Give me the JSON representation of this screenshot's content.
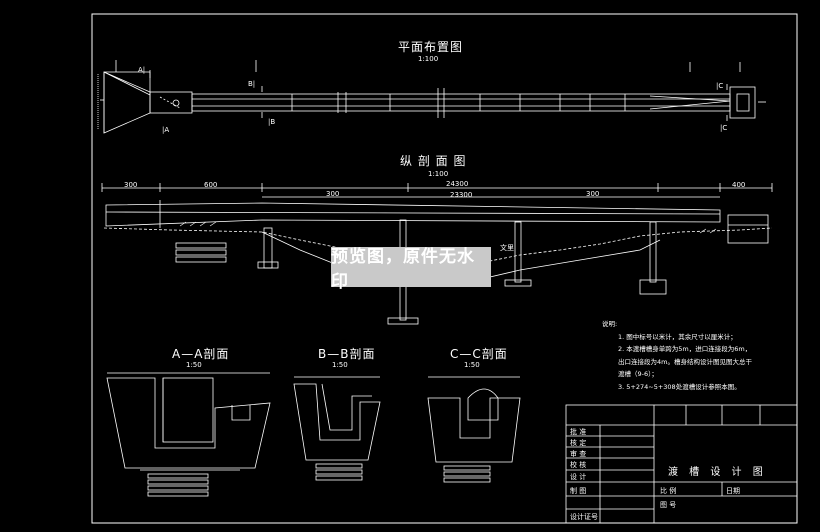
{
  "drawing": {
    "plan_title": "平面布置图",
    "plan_scale": "1:100",
    "profile_title": "纵 剖 面 图",
    "profile_scale": "1:100",
    "section_a_title": "A—A剖面",
    "section_a_scale": "1:50",
    "section_b_title": "B—B剖面",
    "section_b_scale": "1:50",
    "section_c_title": "C—C剖面",
    "section_c_scale": "1:50",
    "marks": {
      "a_top": "A|",
      "a_bottom": "|A",
      "b_top": "B|",
      "b_bottom": "|B",
      "c_top": "|C",
      "c_bottom": "|C"
    },
    "dims": {
      "d300a": "300",
      "d600": "600",
      "d24300": "24300",
      "d23300": "23300",
      "d300b": "300",
      "d300c": "300",
      "d400": "400"
    },
    "water_label": "文里"
  },
  "notes": {
    "heading": "说明:",
    "lines": [
      "1. 图中标号以米计，其余尺寸以厘米计；",
      "2. 本渡槽槽身单跨为5m，进口连接段为6m，",
      "出口连接段为4m。槽身结构设计图见图大总干",
      "渡槽（9-6）；",
      "3. 5+274~5+308处渡槽设计参照本图。"
    ]
  },
  "title_block": {
    "rows": [
      "批 准",
      "核 定",
      "审 查",
      "校 核",
      "设 计",
      "制 图",
      "设计证号"
    ],
    "drawing_name": "渡 槽 设 计 图",
    "scale_label": "比 例",
    "date_label": "日期",
    "drawing_no_label": "图 号"
  },
  "watermark": "预览图，原件无水印"
}
